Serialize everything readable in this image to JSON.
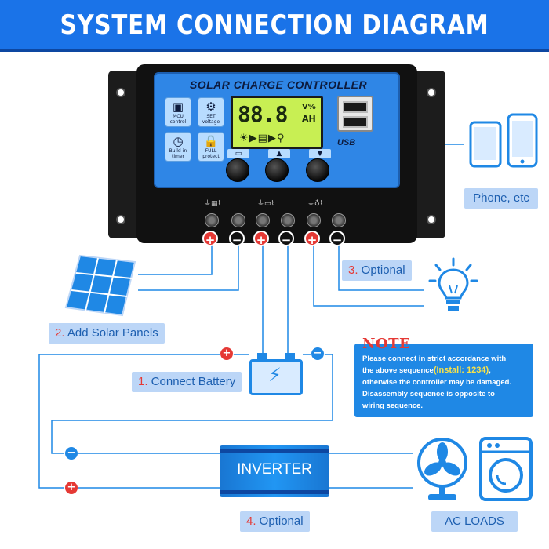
{
  "banner": {
    "title": "SYSTEM CONNECTION DIAGRAM"
  },
  "controller": {
    "title": "SOLAR CHARGE CONTROLLER",
    "features": [
      {
        "label": "MCU\ncontrol",
        "icon": "chip-icon"
      },
      {
        "label": "SET\nvoltage",
        "icon": "gear-icon"
      },
      {
        "label": "Build-in\ntimer",
        "icon": "clock-icon"
      },
      {
        "label": "FULL\nprotect",
        "icon": "lock-icon"
      }
    ],
    "lcd": {
      "digits": "88.8",
      "unit_top": "V%",
      "unit_bottom": "AH"
    },
    "usb_label": "USB"
  },
  "labels": {
    "phone": "Phone, etc",
    "optional3_num": "3.",
    "optional3": " Optional",
    "solar_num": "2.",
    "solar": " Add Solar Panels",
    "battery_num": "1.",
    "battery": " Connect Battery",
    "optional4_num": "4.",
    "optional4": " Optional",
    "ac_loads": "AC LOADS",
    "inverter": "INVERTER"
  },
  "note": {
    "title": "NOTE",
    "line1": "Please connect in strict accordance with",
    "line2a": "the above sequence",
    "line2b": "(Install: 1234)",
    "line2c": ",",
    "line3": "otherwise the controller may be damaged.",
    "line4": "Disassembly sequence is opposite to",
    "line5": "wiring sequence."
  },
  "colors": {
    "banner": "#1a73e8",
    "accent": "#1f88e5",
    "positive": "#e53935",
    "label_bg": "#bcd6f7"
  }
}
